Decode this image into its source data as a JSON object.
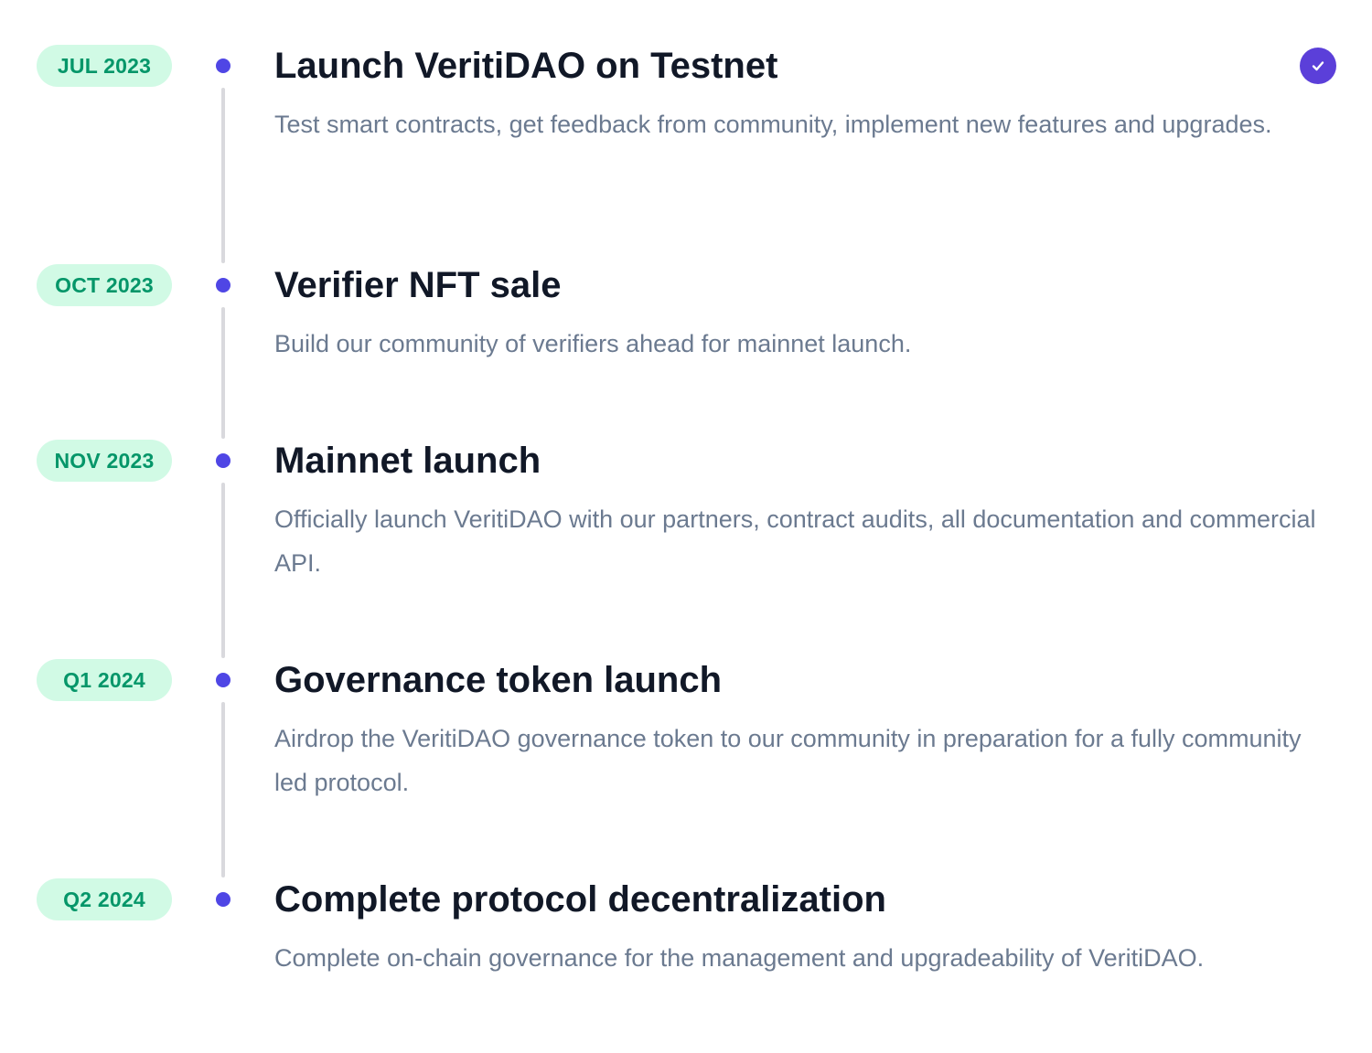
{
  "roadmap": {
    "milestones": [
      {
        "date": "JUL 2023",
        "title": "Launch VeritiDAO on Testnet",
        "description": "Test smart contracts, get feedback from community, implement new features and upgrades.",
        "completed": true
      },
      {
        "date": "OCT 2023",
        "title": "Verifier NFT sale",
        "description": "Build our community of verifiers ahead for mainnet launch.",
        "completed": false
      },
      {
        "date": "NOV 2023",
        "title": "Mainnet launch",
        "description": "Officially launch VeritiDAO with our partners, contract audits, all documentation and commercial API.",
        "completed": false
      },
      {
        "date": "Q1 2024",
        "title": "Governance token launch",
        "description": "Airdrop the VeritiDAO governance token to our community in preparation for a fully community led protocol.",
        "completed": false
      },
      {
        "date": "Q2 2024",
        "title": "Complete protocol decentralization",
        "description": "Complete on-chain governance for the management and upgradeability of VeritiDAO.",
        "completed": false
      }
    ],
    "icons": {
      "completed": "check-circle-icon",
      "milestone_marker": "timeline-dot-icon"
    },
    "colors": {
      "badge_background": "#d1fae5",
      "badge_text": "#059669",
      "dot": "#4f46e5",
      "check_background": "#5b3fd9",
      "title": "#111827",
      "description": "#6b7a90",
      "connector": "#d9d9dd"
    }
  }
}
